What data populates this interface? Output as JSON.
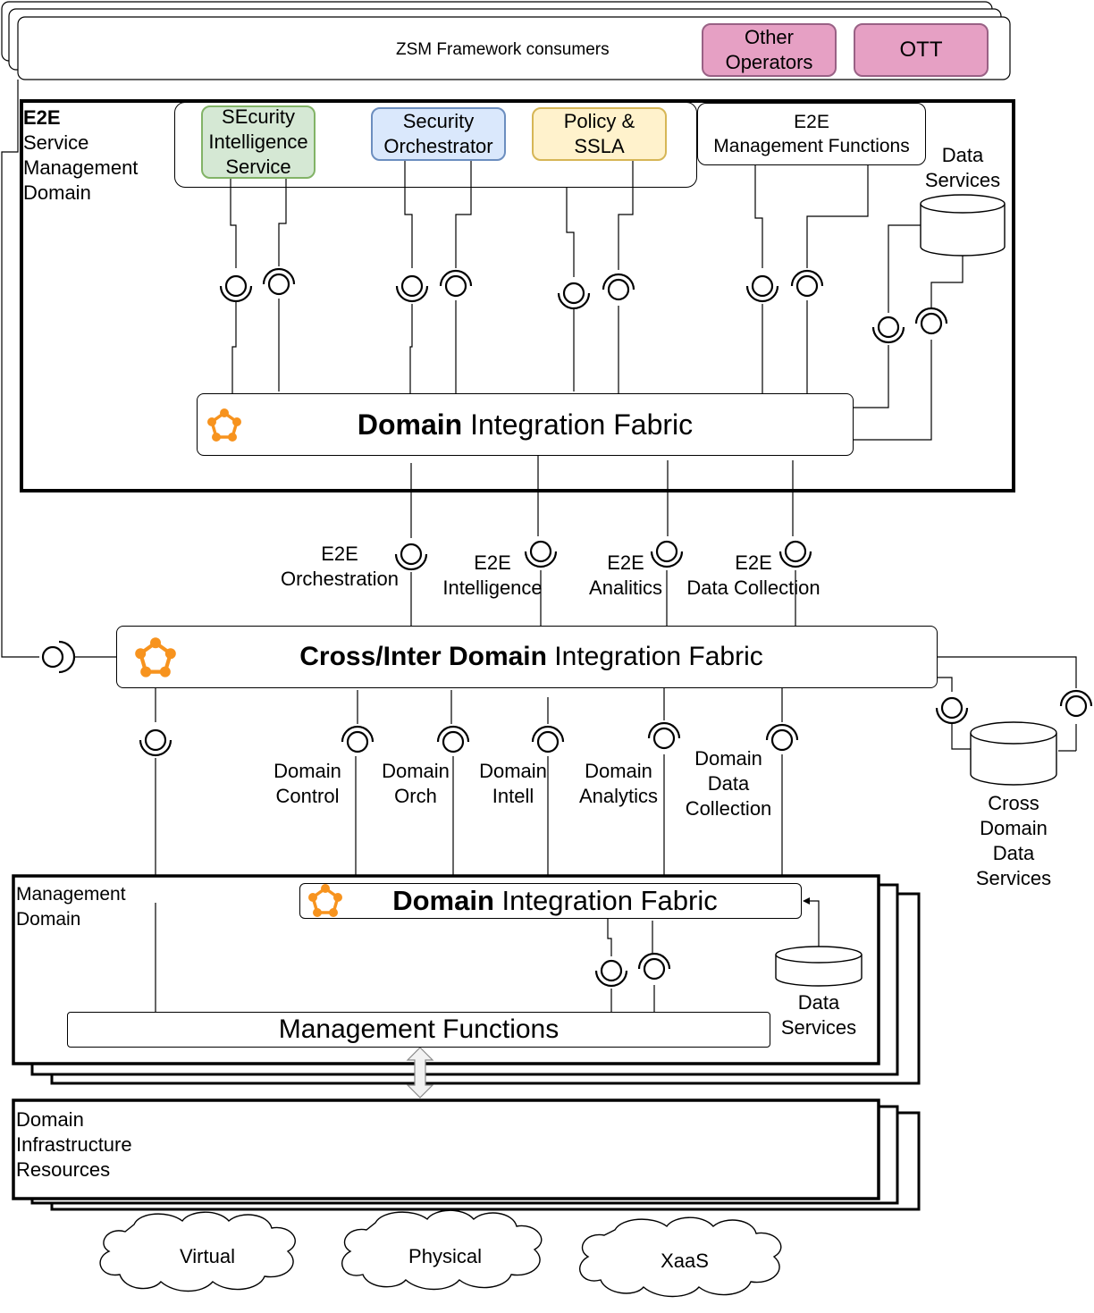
{
  "consumers": {
    "label": "ZSM Framework consumers",
    "other_operators": "Other\nOperators",
    "ott": "OTT",
    "accent_fill": "#e6a0c4",
    "accent_border": "#996185"
  },
  "e2e_domain": {
    "title_bold": "E2E",
    "title_rest": "Service\nManagement\nDomain",
    "security_intelligence": "SEcurity\nIntelligence\nService",
    "security_orchestrator": "Security\nOrchestrator",
    "policy_sla": "Policy &\nSSLA",
    "mgmt_functions": "E2E\nManagement Functions",
    "data_services": "Data\nServices",
    "fabric_bold": "Domain",
    "fabric_rest": " Integration Fabric",
    "colors": {
      "green_fill": "#d5e8d4",
      "green_border": "#82b366",
      "blue_fill": "#dae8fc",
      "blue_border": "#6c8ebf",
      "yellow_fill": "#fff2cc",
      "yellow_border": "#d6b656"
    }
  },
  "e2e_services": {
    "orchestration": "E2E\nOrchestration",
    "intelligence": "E2E\nIntelligence",
    "analytics": "E2E\nAnalitics",
    "data_collection": "E2E\nData Collection"
  },
  "cross_fabric": {
    "bold": "Cross/Inter Domain",
    "rest": " Integration Fabric",
    "data_services": "Cross\nDomain\nData\nServices"
  },
  "domain_services": {
    "control": "Domain\nControl",
    "orch": "Domain\nOrch",
    "intell": "Domain\nIntell",
    "analytics": "Domain\nAnalytics",
    "data_collection": "Domain\nData\nCollection"
  },
  "mgmt_domain": {
    "title": "Management\nDomain",
    "fabric_bold": "Domain",
    "fabric_rest": " Integration Fabric",
    "functions": "Management Functions",
    "data_services": "Data\nServices"
  },
  "infra": {
    "title": "Domain\nInfrastructure\nResources",
    "clouds": [
      "Virtual",
      "Physical",
      "XaaS"
    ]
  },
  "logo_color": "#f7931e"
}
